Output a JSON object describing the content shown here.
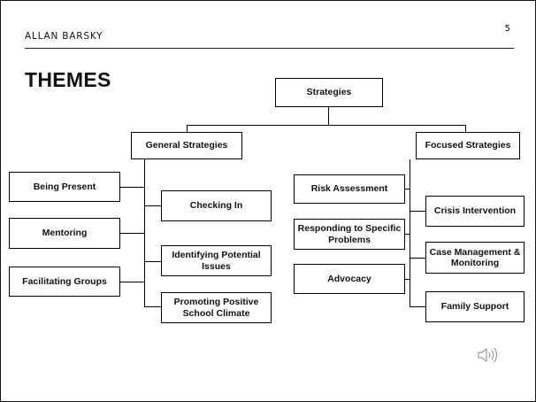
{
  "header": {
    "author": "ALLAN BARSKY",
    "page_number": "5"
  },
  "title": "THEMES",
  "diagram": {
    "root": "Strategies",
    "general": {
      "label": "General Strategies",
      "left_items": [
        "Being Present",
        "Mentoring",
        "Facilitating Groups"
      ],
      "right_items": [
        "Checking In",
        "Identifying Potential Issues",
        "Promoting Positive School Climate"
      ]
    },
    "focused": {
      "label": "Focused Strategies",
      "left_items": [
        "Risk Assessment",
        "Responding to Specific Problems",
        "Advocacy"
      ],
      "right_items": [
        "Crisis Intervention",
        "Case Management & Monitoring",
        "Family Support"
      ]
    }
  },
  "icons": {
    "audio": "speaker-icon"
  }
}
